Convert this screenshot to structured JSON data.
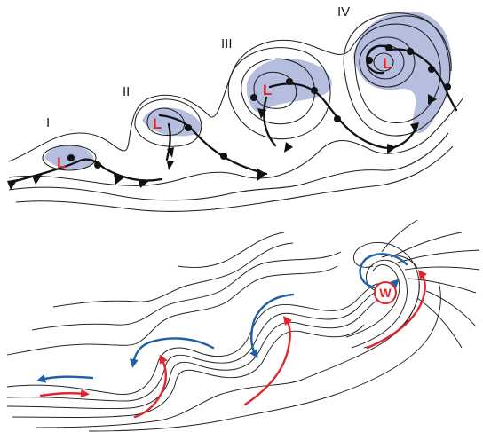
{
  "stages": [
    {
      "label": "I"
    },
    {
      "label": "II"
    },
    {
      "label": "III"
    },
    {
      "label": "IV"
    }
  ],
  "lows": [
    "L",
    "L",
    "L",
    "L"
  ],
  "warm_core": "W",
  "colors": {
    "cloud": "#a9b3d9",
    "low": "#e0252b",
    "cold_flow": "#1f5fa8",
    "warm_flow": "#e0252b",
    "line": "#1e1e1e"
  }
}
